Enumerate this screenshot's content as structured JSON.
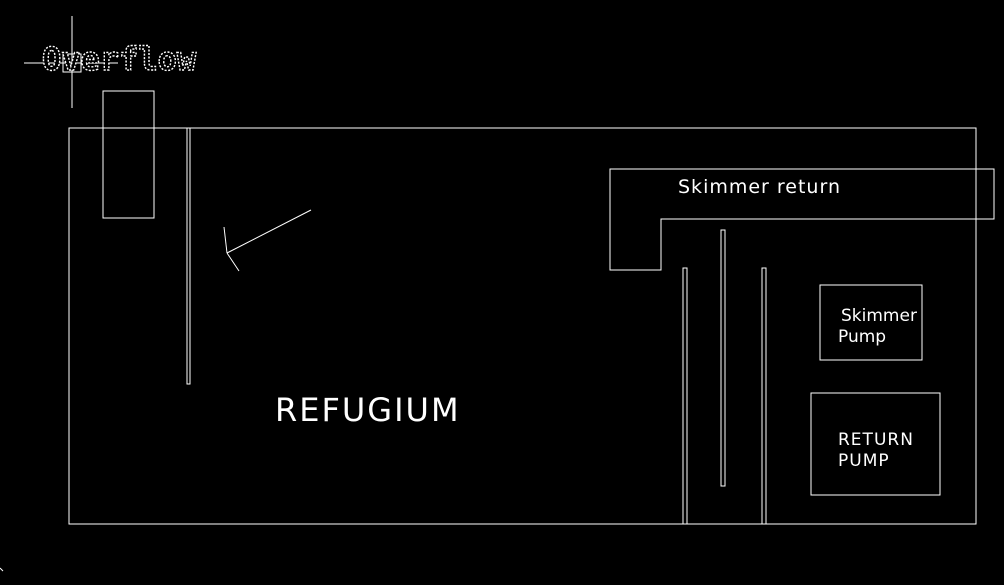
{
  "labels": {
    "title": "Overflow",
    "skimmer_return": "Skimmer return",
    "skimmer_pump_line1": "Skimmer",
    "skimmer_pump_line2": "Pump",
    "refugium": "REFUGIUM",
    "return_pump_line1": "RETURN",
    "return_pump_line2": "PUMP"
  },
  "colors": {
    "background": "#000000",
    "lines": "#ffffff"
  }
}
